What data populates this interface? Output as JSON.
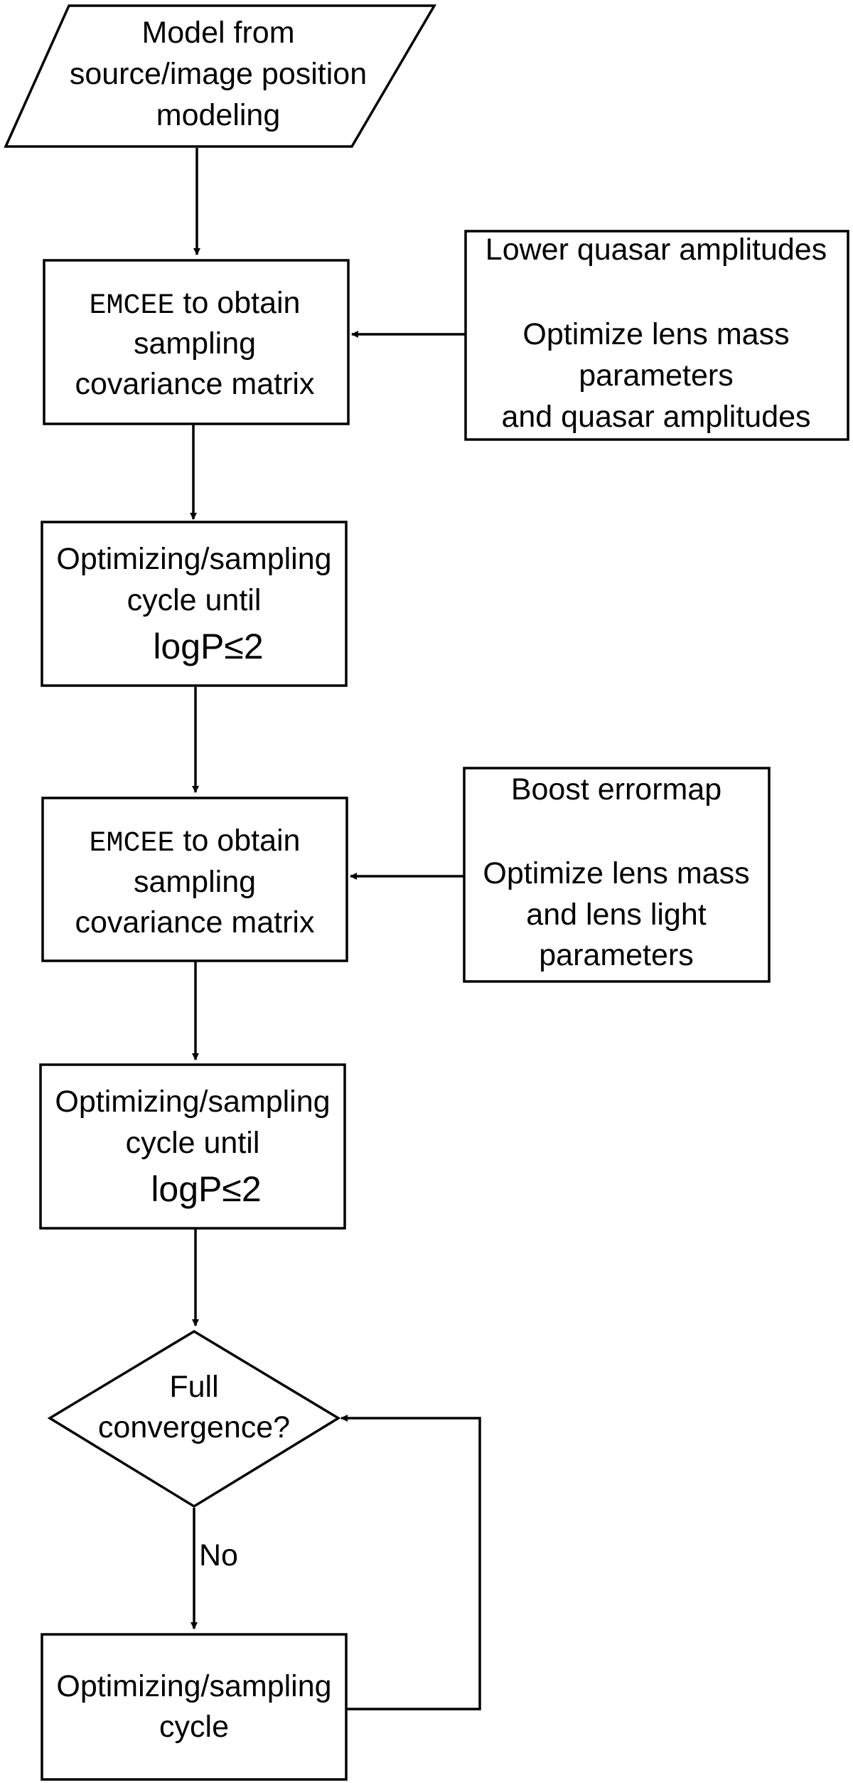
{
  "nodes": {
    "input": {
      "lines": [
        "Model from",
        "source/image position",
        "modeling"
      ]
    },
    "emcee1": {
      "code": "EMCEE",
      "rest": " to obtain",
      "lines": [
        "sampling",
        "covariance matrix"
      ]
    },
    "side1": {
      "title": "Lower quasar amplitudes",
      "lines": [
        "Optimize lens mass",
        "parameters",
        "and quasar amplitudes"
      ]
    },
    "optim1": {
      "lines": [
        "Optimizing/sampling",
        "cycle until"
      ],
      "formula": "logP≤2"
    },
    "side2": {
      "title": "Boost errormap",
      "lines": [
        "Optimize lens mass",
        "and lens light",
        "parameters"
      ]
    },
    "emcee2": {
      "code": "EMCEE",
      "rest": " to obtain",
      "lines": [
        "sampling",
        "covariance matrix"
      ]
    },
    "optim2": {
      "lines": [
        "Optimizing/sampling",
        "cycle until"
      ],
      "formula": "logP≤2"
    },
    "decision": {
      "lines": [
        "Full",
        "convergence?"
      ]
    },
    "cycle": {
      "lines": [
        "Optimizing/sampling",
        "cycle"
      ]
    }
  },
  "edges": {
    "no_label": "No"
  }
}
